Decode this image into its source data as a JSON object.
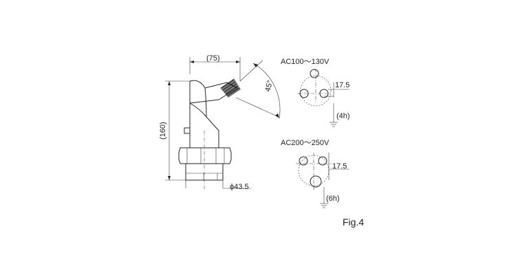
{
  "dimensions": {
    "width": "(75)",
    "height": "(160)",
    "angle": "45°",
    "diameter": "ϕ43.5"
  },
  "wiring": {
    "upper": {
      "voltage": "AC100～130V",
      "pitch": "17.5",
      "ground": "(4h)"
    },
    "lower": {
      "voltage": "AC200～250V",
      "pitch": "17.5",
      "ground": "(6h)"
    }
  },
  "figure_label": "Fig.4"
}
